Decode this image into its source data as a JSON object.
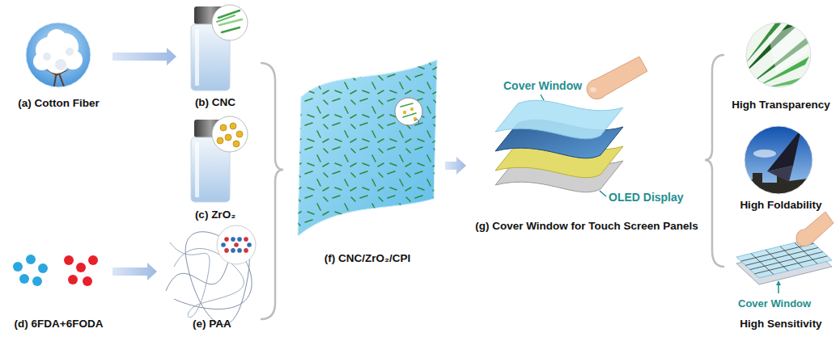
{
  "diagram": {
    "nodes": [
      {
        "text": [
          "(a) Cotton Fiber"
        ]
      },
      {
        "text": [
          "(b) CNC"
        ]
      },
      {
        "text": [
          "(c) ZrO₂"
        ]
      },
      {
        "text": [
          "(d) 6FDA+6FODA"
        ]
      },
      {
        "text": [
          "(e) PAA"
        ]
      },
      {
        "text": [
          "(f) CNC/ZrO₂/CPI"
        ]
      },
      {
        "text": [
          "(g) Cover Window for Touch Screen Panels"
        ]
      },
      {
        "text": [
          "High Transparency"
        ]
      },
      {
        "text": [
          "High Foldability"
        ]
      },
      {
        "text": [
          "High Sensitivity"
        ]
      }
    ],
    "edges": [
      {
        "from": 0,
        "to": 1,
        "arrow": "to"
      },
      {
        "from": 3,
        "to": 4,
        "arrow": "to"
      },
      {
        "from": 5,
        "to": 6,
        "arrow": "to"
      }
    ],
    "labels": [
      "Cover Window",
      "OLED Display",
      "Cover Window"
    ]
  }
}
